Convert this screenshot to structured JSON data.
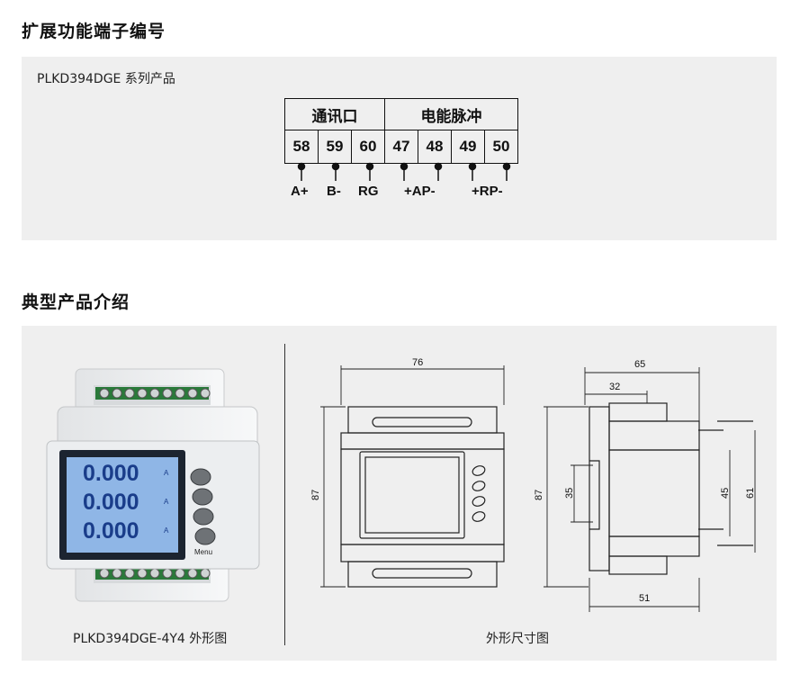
{
  "section1": {
    "title": "扩展功能端子编号",
    "series": "PLKD394DGE 系列产品"
  },
  "terminal": {
    "groups": [
      "通讯口",
      "电能脉冲"
    ],
    "numbers": [
      "58",
      "59",
      "60",
      "47",
      "48",
      "49",
      "50"
    ],
    "labels": [
      "A+",
      "B-",
      "RG",
      "+AP-",
      "+RP-"
    ]
  },
  "section2": {
    "title": "典型产品介绍"
  },
  "product": {
    "readings": [
      "0.000",
      "0.000",
      "0.000"
    ],
    "units": [
      "A",
      "A",
      "A"
    ],
    "menu": "Menu",
    "caption": "PLKD394DGE-4Y4 外形图"
  },
  "dims": {
    "front_width": "76",
    "front_height": "87",
    "side_width": "65",
    "side_top": "32",
    "side_height": "87",
    "rail": "35",
    "inner": "45",
    "outer": "61",
    "bottom": "51",
    "caption": "外形尺寸图"
  }
}
